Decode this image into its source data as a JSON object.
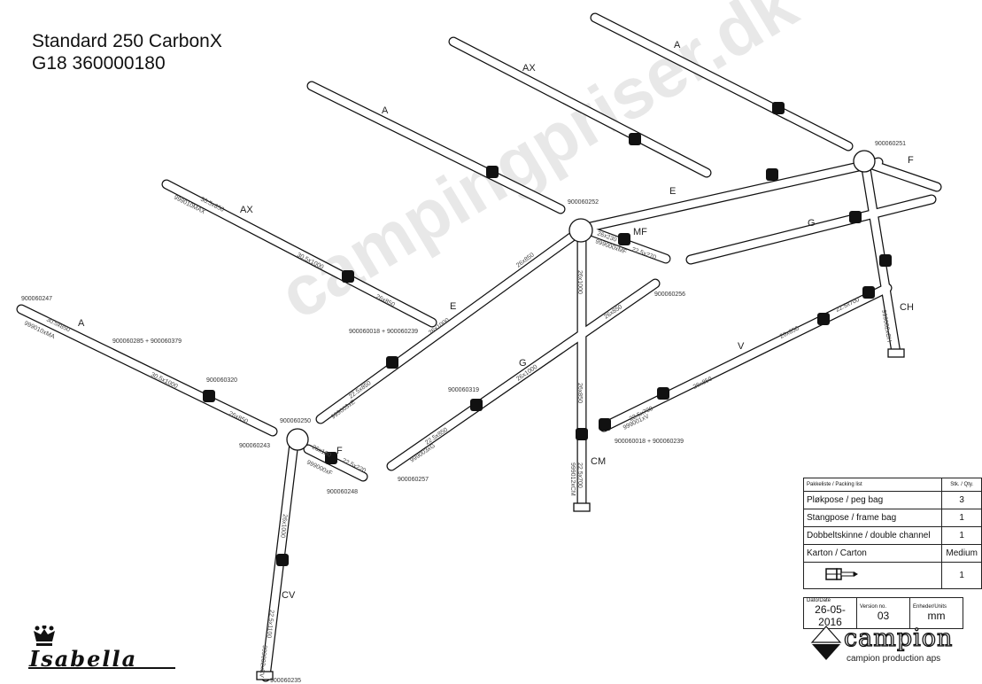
{
  "title": {
    "line1": "Standard 250 CarbonX",
    "line2": "G18 360000180"
  },
  "watermark": "campingpriser.dk",
  "sections": {
    "A_top": "A",
    "AX_top": "AX",
    "A_mid": "A",
    "AX_left": "AX",
    "A_left": "A",
    "E_upper": "E",
    "E_lower": "E",
    "MF": "MF",
    "F_right": "F",
    "G_right": "G",
    "G_lower": "G",
    "CH": "CH",
    "V": "V",
    "CM": "CM",
    "F_left": "F",
    "CV": "CV"
  },
  "part_numbers": {
    "p247": "900060247",
    "p285": "900060285 + 900060379",
    "p320": "900060320",
    "p243": "900060243",
    "p250": "900060250",
    "p248": "900060248",
    "p235": "900060235",
    "p018a": "900060018 + 900060239",
    "p252": "900060252",
    "p251": "900060251",
    "p256": "900060256",
    "p319": "900060319",
    "p257": "900060257",
    "p018b": "900060018 + 900060239"
  },
  "dimensions": {
    "a1": "30.5x850",
    "a2": "30.5x1000",
    "a3": "26x850",
    "a_code": "999010xMA",
    "ax1": "30.5x850",
    "ax2": "30.5x1000",
    "ax3": "26x850",
    "ax_code": "999010MAX",
    "e1": "26x850",
    "e2": "26x1000",
    "e3": "22.5x850",
    "e_code": "999003xE",
    "mf1": "26x230",
    "mf2": "22.5x270",
    "mf_code": "999000xMF",
    "cm1": "26x1000",
    "cm2": "26x850",
    "cm3": "22.5x700",
    "cm_code": "999012xCM",
    "g1": "26x850",
    "g2": "26x1000",
    "g3": "22.5x850",
    "g_code": "999003xG",
    "v1": "22.5x700",
    "v2": "26x850",
    "v3": "26x850",
    "v4": "22.5x700",
    "v_code": "999001xV",
    "ch_code": "999002xCH",
    "f1": "26x180",
    "f2": "22.5x220",
    "f_code": "999000xF",
    "cv1": "26x1000",
    "cv2": "22.5x1100",
    "cv_code": "999002xCV"
  },
  "packing_list": {
    "header": "Pakkeliste / Packing list",
    "qty_header": "Stk. / Qty.",
    "rows": [
      {
        "item": "Pløkpose / peg bag",
        "qty": "3"
      },
      {
        "item": "Stangpose / frame bag",
        "qty": "1"
      },
      {
        "item": "Dobbeltskinne / double channel",
        "qty": "1"
      },
      {
        "item": "Karton / Carton",
        "qty": "Medium"
      },
      {
        "item": "",
        "qty": "1"
      }
    ]
  },
  "meta": {
    "date_label": "Dato/Date",
    "date": "26-05-2016",
    "version_label": "Version no.",
    "version": "03",
    "units_label": "Enheder/Units",
    "units": "mm"
  },
  "brand": {
    "isabella": "Isabella",
    "campion": "campion",
    "campion_sub": "campion production aps"
  }
}
